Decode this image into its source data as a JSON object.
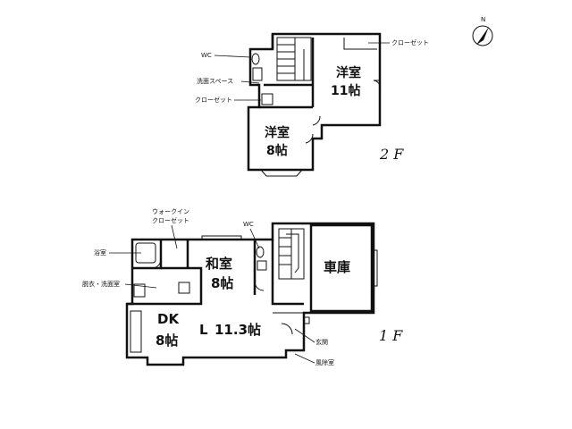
{
  "compass": {
    "label": "N"
  },
  "floor2": {
    "label": "2 F",
    "rooms": {
      "western_large_name": "洋室",
      "western_large_size": "11帖",
      "western_small_name": "洋室",
      "western_small_size": "8帖"
    },
    "callouts": {
      "wc": "WC",
      "washing_space": "洗面スペース",
      "closet_left": "クローゼット",
      "closet_right": "クローゼット"
    }
  },
  "floor1": {
    "label": "1 F",
    "rooms": {
      "japanese_name": "和室",
      "japanese_size": "8帖",
      "garage_name": "車庫",
      "dk_name": "DK",
      "dk_size": "8帖",
      "living_name": "L",
      "living_size": "11.3帖"
    },
    "callouts": {
      "walkin_closet_line1": "ウォークイン",
      "walkin_closet_line2": "クローゼット",
      "wc": "WC",
      "bathroom": "浴室",
      "dressing_washroom": "脱衣・洗面室",
      "entrance": "玄関",
      "windbreak_room": "風除室"
    }
  }
}
